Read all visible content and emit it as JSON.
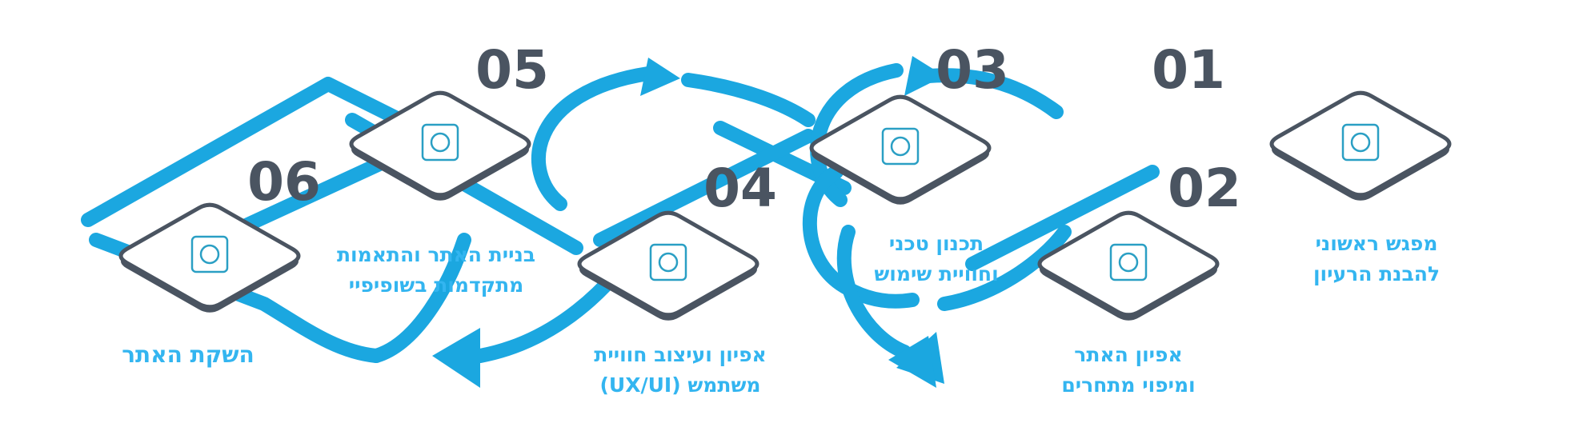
{
  "colors": {
    "flow": "#1ba7e0",
    "frame": "#4a5461",
    "text": "#33b5f0",
    "icon": "#2a9fc4"
  },
  "steps": [
    {
      "number": "01",
      "line1": "מפגש ראשוני",
      "line2": "להבנת הרעיון",
      "icon": "meeting-icon"
    },
    {
      "number": "02",
      "line1": "אפיון האתר",
      "line2": "ומיפוי מתחרים",
      "icon": "document-search-icon"
    },
    {
      "number": "03",
      "line1": "תכנון טכני",
      "line2": "וחוויית שימוש",
      "icon": "gear-code-icon"
    },
    {
      "number": "04",
      "line1": "אפיון ועיצוב חוויית",
      "line2": "משתמש (UX/UI)",
      "icon": "palette-design-icon"
    },
    {
      "number": "05",
      "line1": "בניית האתר והתאמות",
      "line2": "מתקדמות בשופיפיי",
      "icon": "chip-code-icon"
    },
    {
      "number": "06",
      "line1": "השקת האתר",
      "line2": "",
      "icon": "cloud-upload-icon"
    }
  ]
}
